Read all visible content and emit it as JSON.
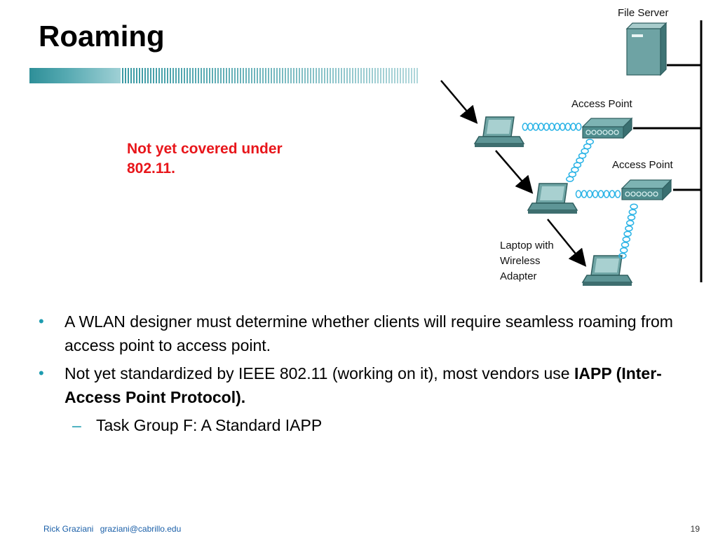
{
  "slide": {
    "title": "Roaming",
    "note": "Not yet covered under 802.11."
  },
  "diagram": {
    "file_server_label": "File Server",
    "access_point_1_label": "Access Point",
    "access_point_2_label": "Access Point",
    "laptop_label_lines": [
      "Laptop with",
      "Wireless",
      "Adapter"
    ]
  },
  "bullets": [
    {
      "text": "A WLAN designer must determine whether clients will require seamless roaming from access point to access point."
    },
    {
      "text": "Not yet standardized by IEEE 802.11 (working on it), most vendors use",
      "bold": "IAPP (Inter-Access Point Protocol)."
    }
  ],
  "sub_bullets": [
    {
      "text": "Task Group F: A Standard IAPP"
    }
  ],
  "footer": {
    "author": "Rick Graziani",
    "email": "graziani@cabrillo.edu",
    "page_number": "19"
  },
  "colors": {
    "accent": "#1e9cb0",
    "note_red": "#e8161b",
    "footer_blue": "#1a5fa8",
    "device_teal": "#4f8c8d"
  },
  "icons": {
    "bullet": "•",
    "sub_bullet": "–"
  }
}
